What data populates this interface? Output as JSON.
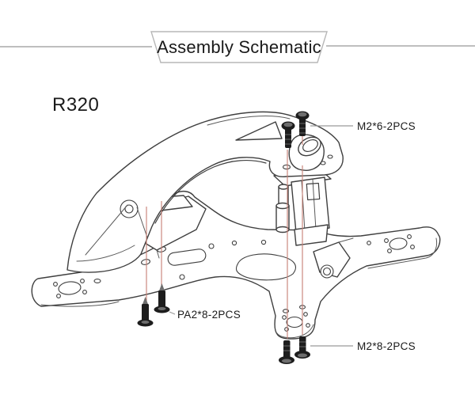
{
  "banner": {
    "title": "Assembly Schematic"
  },
  "model": "R320",
  "callouts": {
    "m2x6": {
      "label": "M2*6-2PCS"
    },
    "pa2x8": {
      "label": "PA2*8-2PCS"
    },
    "m2x8": {
      "label": "M2*8-2PCS"
    }
  },
  "diagram": {
    "parts": [
      "canopy",
      "camera-pod",
      "fc-stack",
      "main-frame-plate",
      "upper-plate",
      "right-arm",
      "tube-mount",
      "m2x6-screws",
      "pa2x8-screws",
      "m2x8-screws"
    ],
    "alignment_lines": "red-dashed-axes"
  },
  "colors": {
    "background": "#ffffff",
    "outline": "#3f3f3f",
    "alignment_line": "#c57f74",
    "screw_dark": "#1d1d1d",
    "leader_line": "#9b9b9b",
    "banner_border": "#b7b7b7",
    "rule_line": "#a9a9a9",
    "text": "#1a1a1a"
  }
}
